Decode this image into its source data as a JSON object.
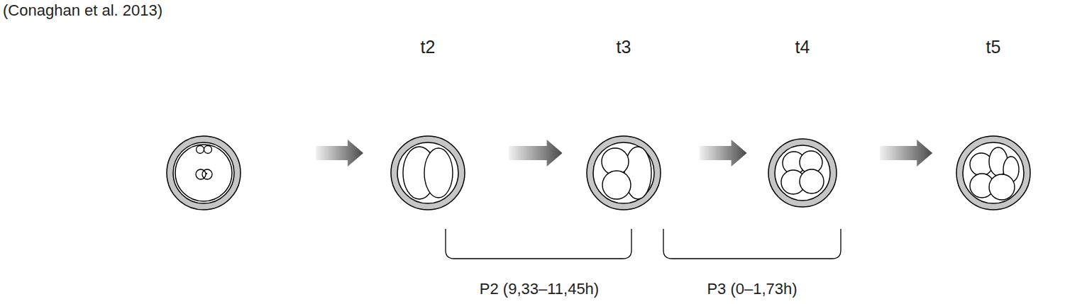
{
  "diagram": {
    "nodes": [
      {
        "text": [
          "t2"
        ]
      },
      {
        "text": [
          "t3"
        ]
      },
      {
        "text": [
          "t4"
        ]
      },
      {
        "text": [
          "t5"
        ]
      }
    ],
    "edges": [
      {
        "from": 0,
        "to": 1,
        "arrow": "to"
      },
      {
        "from": 1,
        "to": 2,
        "arrow": "to"
      },
      {
        "from": 2,
        "to": 3,
        "arrow": "to"
      }
    ],
    "labels": [
      "(Conaghan et al. 2013)",
      "P2 (9,33–11,45h)",
      "P3 (0–1,73h)"
    ]
  }
}
